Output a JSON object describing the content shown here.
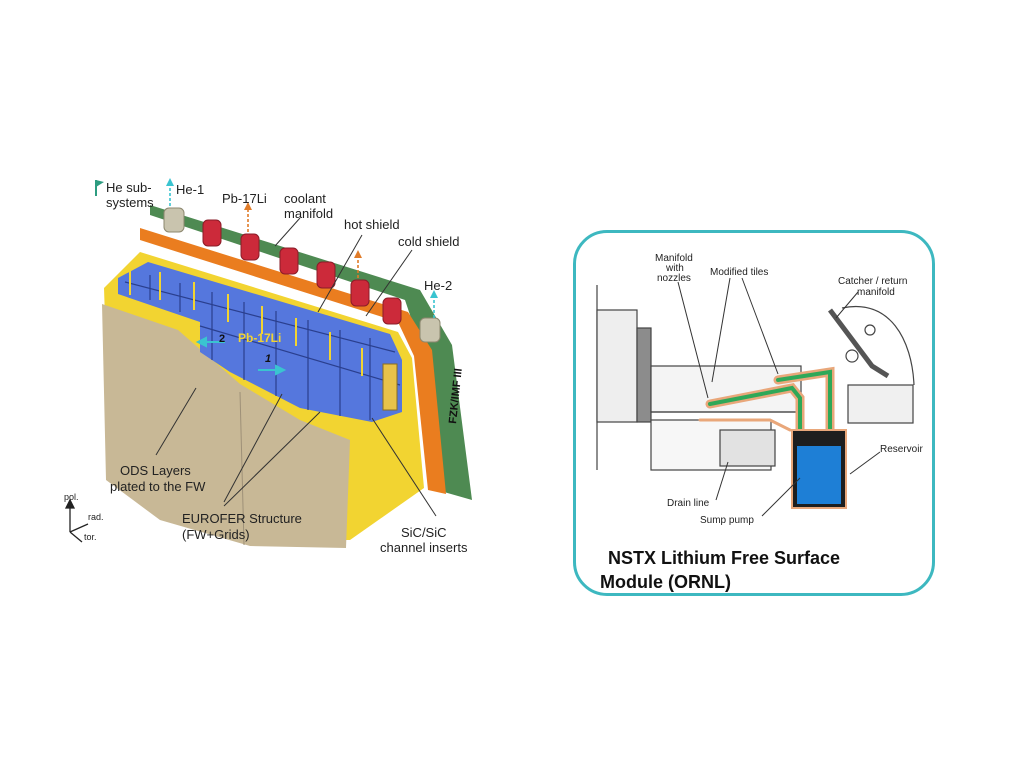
{
  "blanket": {
    "labels": {
      "he_subsystems": [
        "He sub-",
        "systems"
      ],
      "he1": "He-1",
      "pb17li_top": "Pb-17Li",
      "coolant_manifold": [
        "coolant",
        "manifold"
      ],
      "hot_shield": "hot shield",
      "cold_shield": "cold shield",
      "he2": "He-2",
      "pb17li_channel": "Pb-17Li",
      "flow_1": "1",
      "flow_2": "2",
      "fzk": "FZK/IMF III",
      "ods": [
        "ODS Layers",
        "plated to the FW"
      ],
      "eurofer": [
        "EUROFER Structure",
        "(FW+Grids)"
      ],
      "sic": [
        "SiC/SiC",
        "channel inserts"
      ],
      "axis_pol": "pol.",
      "axis_rad": "rad.",
      "axis_tor": "tor."
    },
    "colors": {
      "ods": "#c8b896",
      "eurofer": "#f2d431",
      "pb17li": "#5577dd",
      "hot_shield": "#ea7d1f",
      "cold_shield": "#4e8a52",
      "he_pipe": "#c9c4ae",
      "pb_pipe": "#cc2a3a",
      "he_arrow": "#3ac4d0",
      "pb_arrow": "#e07b28"
    }
  },
  "nstx": {
    "labels": {
      "manifold": [
        "Manifold",
        "with",
        "nozzles"
      ],
      "modified_tiles": "Modified tiles",
      "catcher": [
        "Catcher / return",
        "manifold"
      ],
      "reservoir": "Reservoir",
      "drain_line": "Drain line",
      "sump_pump": "Sump pump"
    },
    "caption": [
      "NSTX Lithium Free Surface",
      "Module (ORNL)"
    ],
    "colors": {
      "frame": "#3db8c0",
      "lithium": "#1e7fd6",
      "flow_green": "#2fa858",
      "flow_orange": "#e9a77a",
      "metal": "#8c8c8c"
    }
  }
}
